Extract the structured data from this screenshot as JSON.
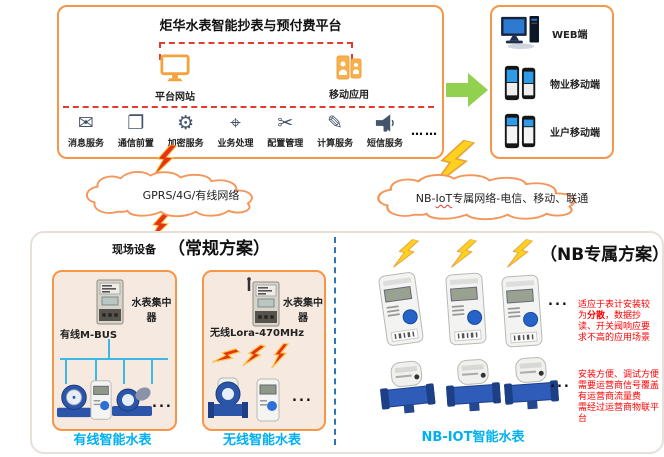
{
  "colors": {
    "accent_orange": "#F79646",
    "green_arrow": "#92D050",
    "label_blue": "#00B0F0",
    "note_red": "#FF0000",
    "icon_navy": "#44546A",
    "bus_blue": "#3DB7E4",
    "divider_blue": "#2E75B6"
  },
  "platform_box": {
    "title": "炬华水表智能抄表与预付费平台",
    "website_label": "平台网站",
    "mobile_label": "移动应用",
    "services": [
      {
        "icon": "✉",
        "name": "message-icon",
        "label": "消息服务"
      },
      {
        "icon": "❐",
        "name": "comm-front-icon",
        "label": "通信前置"
      },
      {
        "icon": "⚙",
        "name": "encryption-icon",
        "label": "加密服务"
      },
      {
        "icon": "⌖",
        "name": "business-icon",
        "label": "业务处理"
      },
      {
        "icon": "✂",
        "name": "config-icon",
        "label": "配置管理"
      },
      {
        "icon": "✎",
        "name": "compute-icon",
        "label": "计算服务"
      },
      {
        "icon": "megaphone",
        "name": "sms-icon",
        "label": "短信服务"
      }
    ],
    "services_more": "……"
  },
  "client_box": {
    "items": [
      {
        "label": "WEB端",
        "icon": "desktop-icon"
      },
      {
        "label": "物业移动端",
        "icon": "phones-icon"
      },
      {
        "label": "业户移动端",
        "icon": "phones-icon"
      }
    ]
  },
  "clouds": {
    "left": "GPRS/4G/有线网络",
    "right_pre": "NB-",
    "right_wavy": "IoT",
    "right_post": "专属网络-电信、移动、联通"
  },
  "field_section": {
    "title": "现场设备",
    "title_paren": "（常规方案）",
    "wired": {
      "concentrator_label": "水表集中器",
      "bus_label": "有线M-BUS",
      "dots": "...",
      "caption": "有线智能水表"
    },
    "wireless": {
      "concentrator_label": "水表集中器",
      "bus_label": "无线Lora-470MHz",
      "dots": "...",
      "caption": "无线智能水表"
    }
  },
  "nb_section": {
    "title": "（NB专属方案）",
    "row1_dots": "...",
    "row2_dots": "...",
    "caption": "NB-IOT智能水表",
    "note1": {
      "pre": "适应于表计安装较为",
      "em": "分散",
      "post": "，数据抄读、开关阀响应要求不高的应用场景"
    },
    "note2_lines": [
      "安装方便、调试方便",
      "需要运营商信号覆盖",
      "有运营商流量费",
      "需经过运营商物联平台"
    ]
  }
}
